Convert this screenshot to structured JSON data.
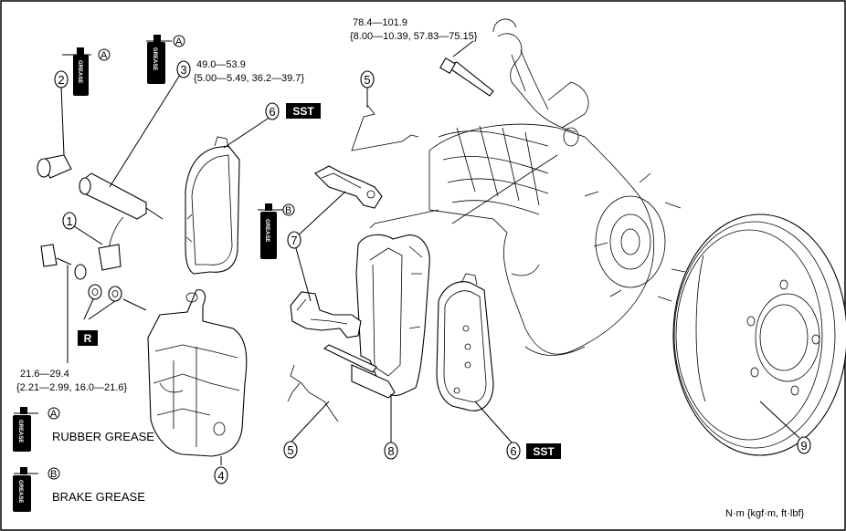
{
  "torque_top": {
    "line1": "78.4—101.9",
    "line2": "{8.00—10.39, 57.83—75.15}"
  },
  "torque_pin": {
    "line1": "49.0—53.9",
    "line2": "{5.00—5.49, 36.2—39.7}"
  },
  "torque_bolt": {
    "line1": "21.6—29.4",
    "line2": "{2.21—2.99, 16.0—21.6}"
  },
  "callouts": {
    "c1": "1",
    "c2": "2",
    "c3": "3",
    "c4": "4",
    "c5a": "5",
    "c5b": "5",
    "c6a": "6",
    "c6b": "6",
    "c7": "7",
    "c8": "8",
    "c9": "9"
  },
  "sst_label": "SST",
  "r_label": "R",
  "grease_letters": {
    "a": "A",
    "b": "B"
  },
  "grease_can_text": "GREASE",
  "legend": {
    "rubber": "RUBBER GREASE",
    "brake": "BRAKE GREASE"
  },
  "units": "N·m {kgf·m, ft·lbf}"
}
